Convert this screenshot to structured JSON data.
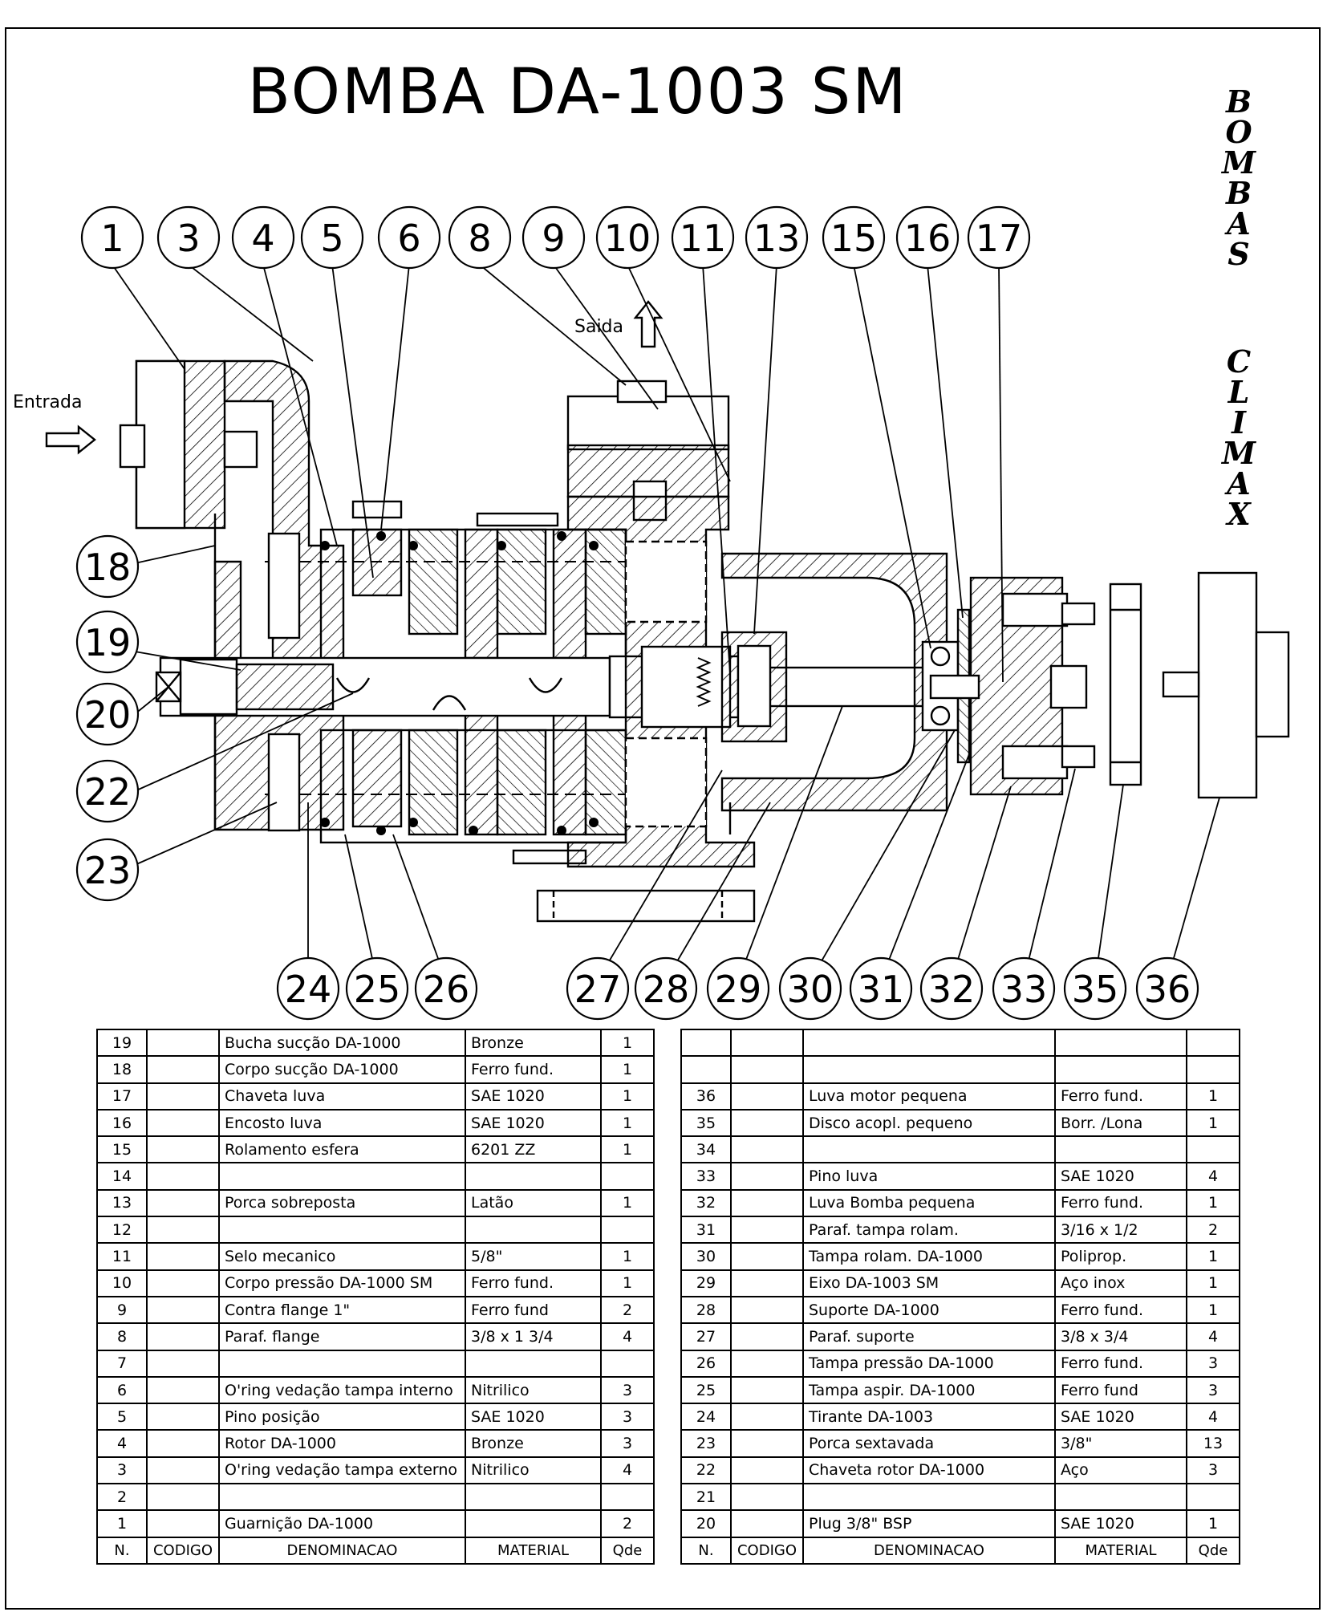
{
  "title": "BOMBA  DA-1003 SM",
  "brand": {
    "line1": [
      "B",
      "O",
      "M",
      "B",
      "A",
      "S"
    ],
    "line2": [
      "C",
      "L",
      "I",
      "M",
      "A",
      "X"
    ]
  },
  "labels": {
    "entrada": "Entrada",
    "saida": "Saida"
  },
  "balloons_top": [
    "1",
    "3",
    "4",
    "5",
    "6",
    "8",
    "9",
    "10",
    "11",
    "13",
    "15",
    "16",
    "17"
  ],
  "balloons_left": [
    "18",
    "19",
    "20",
    "22",
    "23"
  ],
  "balloons_bottom": [
    "24",
    "25",
    "26",
    "27",
    "28",
    "29",
    "30",
    "31",
    "32",
    "33",
    "35",
    "36"
  ],
  "table_left": {
    "rows": [
      {
        "n": "19",
        "c": "",
        "d": "Bucha sucção DA-1000",
        "m": "Bronze",
        "q": "1"
      },
      {
        "n": "18",
        "c": "",
        "d": "Corpo sucção DA-1000",
        "m": "Ferro fund.",
        "q": "1"
      },
      {
        "n": "17",
        "c": "",
        "d": "Chaveta luva",
        "m": "SAE 1020",
        "q": "1"
      },
      {
        "n": "16",
        "c": "",
        "d": "Encosto luva",
        "m": "SAE 1020",
        "q": "1"
      },
      {
        "n": "15",
        "c": "",
        "d": "Rolamento esfera",
        "m": "6201 ZZ",
        "q": "1"
      },
      {
        "n": "14",
        "c": "",
        "d": "",
        "m": "",
        "q": ""
      },
      {
        "n": "13",
        "c": "",
        "d": "Porca sobreposta",
        "m": "Latão",
        "q": "1"
      },
      {
        "n": "12",
        "c": "",
        "d": "",
        "m": "",
        "q": ""
      },
      {
        "n": "11",
        "c": "",
        "d": "Selo mecanico",
        "m": "5/8\"",
        "q": "1"
      },
      {
        "n": "10",
        "c": "",
        "d": "Corpo pressão DA-1000 SM",
        "m": "Ferro fund.",
        "q": "1"
      },
      {
        "n": "9",
        "c": "",
        "d": "Contra flange 1\"",
        "m": "Ferro fund",
        "q": "2"
      },
      {
        "n": "8",
        "c": "",
        "d": "Paraf. flange",
        "m": "3/8 x 1 3/4",
        "q": "4"
      },
      {
        "n": "7",
        "c": "",
        "d": "",
        "m": "",
        "q": ""
      },
      {
        "n": "6",
        "c": "",
        "d": "O'ring vedação tampa interno",
        "m": "Nitrilico",
        "q": "3"
      },
      {
        "n": "5",
        "c": "",
        "d": "Pino posição",
        "m": "SAE 1020",
        "q": "3"
      },
      {
        "n": "4",
        "c": "",
        "d": "Rotor DA-1000",
        "m": "Bronze",
        "q": "3"
      },
      {
        "n": "3",
        "c": "",
        "d": "O'ring vedação tampa externo",
        "m": "Nitrilico",
        "q": "4"
      },
      {
        "n": "2",
        "c": "",
        "d": "",
        "m": "",
        "q": ""
      },
      {
        "n": "1",
        "c": "",
        "d": "Guarnição DA-1000",
        "m": "",
        "q": "2"
      }
    ],
    "header": {
      "n": "N.",
      "c": "CODIGO",
      "d": "DENOMINACAO",
      "m": "MATERIAL",
      "q": "Qde"
    }
  },
  "table_right": {
    "rows": [
      {
        "n": "",
        "c": "",
        "d": "",
        "m": "",
        "q": ""
      },
      {
        "n": "",
        "c": "",
        "d": "",
        "m": "",
        "q": ""
      },
      {
        "n": "36",
        "c": "",
        "d": "Luva motor pequena",
        "m": "Ferro fund.",
        "q": "1"
      },
      {
        "n": "35",
        "c": "",
        "d": "Disco acopl. pequeno",
        "m": "Borr. /Lona",
        "q": "1"
      },
      {
        "n": "34",
        "c": "",
        "d": "",
        "m": "",
        "q": ""
      },
      {
        "n": "33",
        "c": "",
        "d": "Pino luva",
        "m": "SAE 1020",
        "q": "4"
      },
      {
        "n": "32",
        "c": "",
        "d": "Luva Bomba pequena",
        "m": "Ferro fund.",
        "q": "1"
      },
      {
        "n": "31",
        "c": "",
        "d": "Paraf. tampa rolam.",
        "m": "3/16 x 1/2",
        "q": "2"
      },
      {
        "n": "30",
        "c": "",
        "d": "Tampa rolam. DA-1000",
        "m": "Poliprop.",
        "q": "1"
      },
      {
        "n": "29",
        "c": "",
        "d": "Eixo DA-1003 SM",
        "m": "Aço inox",
        "q": "1"
      },
      {
        "n": "28",
        "c": "",
        "d": "Suporte DA-1000",
        "m": "Ferro fund.",
        "q": "1"
      },
      {
        "n": "27",
        "c": "",
        "d": "Paraf. suporte",
        "m": "3/8 x 3/4",
        "q": "4"
      },
      {
        "n": "26",
        "c": "",
        "d": "Tampa pressão DA-1000",
        "m": "Ferro fund.",
        "q": "3"
      },
      {
        "n": "25",
        "c": "",
        "d": "Tampa aspir. DA-1000",
        "m": "Ferro fund",
        "q": "3"
      },
      {
        "n": "24",
        "c": "",
        "d": "Tirante DA-1003",
        "m": "SAE 1020",
        "q": "4"
      },
      {
        "n": "23",
        "c": "",
        "d": "Porca sextavada",
        "m": "3/8\"",
        "q": "13"
      },
      {
        "n": "22",
        "c": "",
        "d": "Chaveta rotor DA-1000",
        "m": "Aço",
        "q": "3"
      },
      {
        "n": "21",
        "c": "",
        "d": "",
        "m": "",
        "q": ""
      },
      {
        "n": "20",
        "c": "",
        "d": "Plug 3/8\" BSP",
        "m": "SAE 1020",
        "q": "1"
      }
    ],
    "header": {
      "n": "N.",
      "c": "CODIGO",
      "d": "DENOMINACAO",
      "m": "MATERIAL",
      "q": "Qde"
    }
  }
}
